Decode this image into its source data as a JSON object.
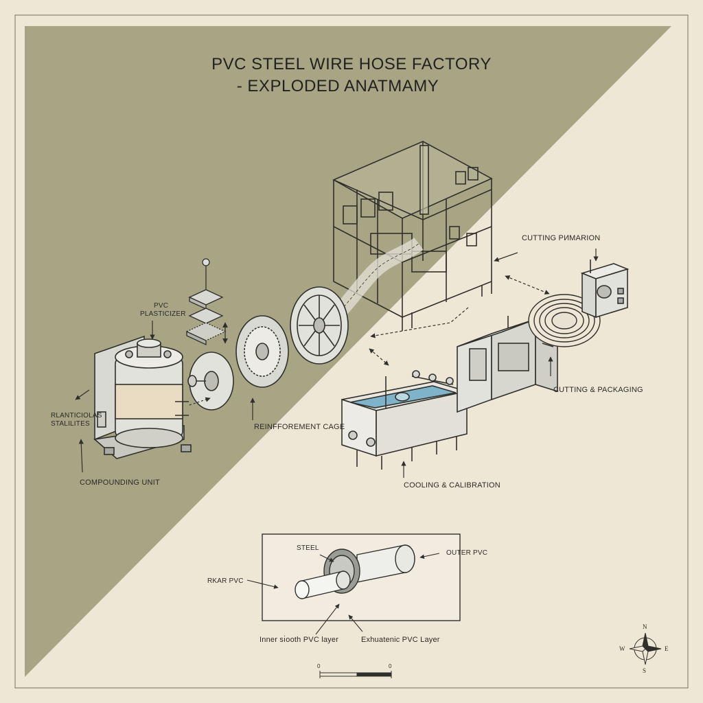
{
  "title": {
    "line1": "PVC STEEL WIRE HOSE FACTORY",
    "line2": "- EXPLODED ANATMAMY"
  },
  "labels": {
    "pvc_plasticizer_1": "PVC",
    "pvc_plasticizer_2": "PLASTICIZER",
    "plasticizer_stabilizers_1": "RLANTICIOLAS",
    "plasticizer_stabilizers_2": "STALILITES",
    "compounding_unit": "COMPOUNDING UNIT",
    "reinforcement_cage": "REINFFOREMENT CAGE",
    "cutting_preparation": "CUTTING PИMARION",
    "cutting_packaging": "CUTTING & PACKAGING",
    "cooling_calibration": "COOLING & CALIBRATION"
  },
  "cross_section": {
    "steel": "STEEL",
    "outer_pvc": "OUTER PVC",
    "inner_pvc": "RKAR PVC",
    "inner_smooth_layer": "Inner sı̇ooth PVC layer",
    "elastomeric_layer": "Exhuatenic PVC Layer"
  },
  "compass": {
    "n": "N",
    "s": "S",
    "e": "E",
    "w": "W"
  },
  "scale": {
    "start": "0",
    "end": "0"
  },
  "colors": {
    "background": "#efe7d6",
    "olive_panel": "#a7a583",
    "machine_fill": "#d9d9d3",
    "water": "#7fb3c9",
    "line": "#2f2f2b"
  }
}
